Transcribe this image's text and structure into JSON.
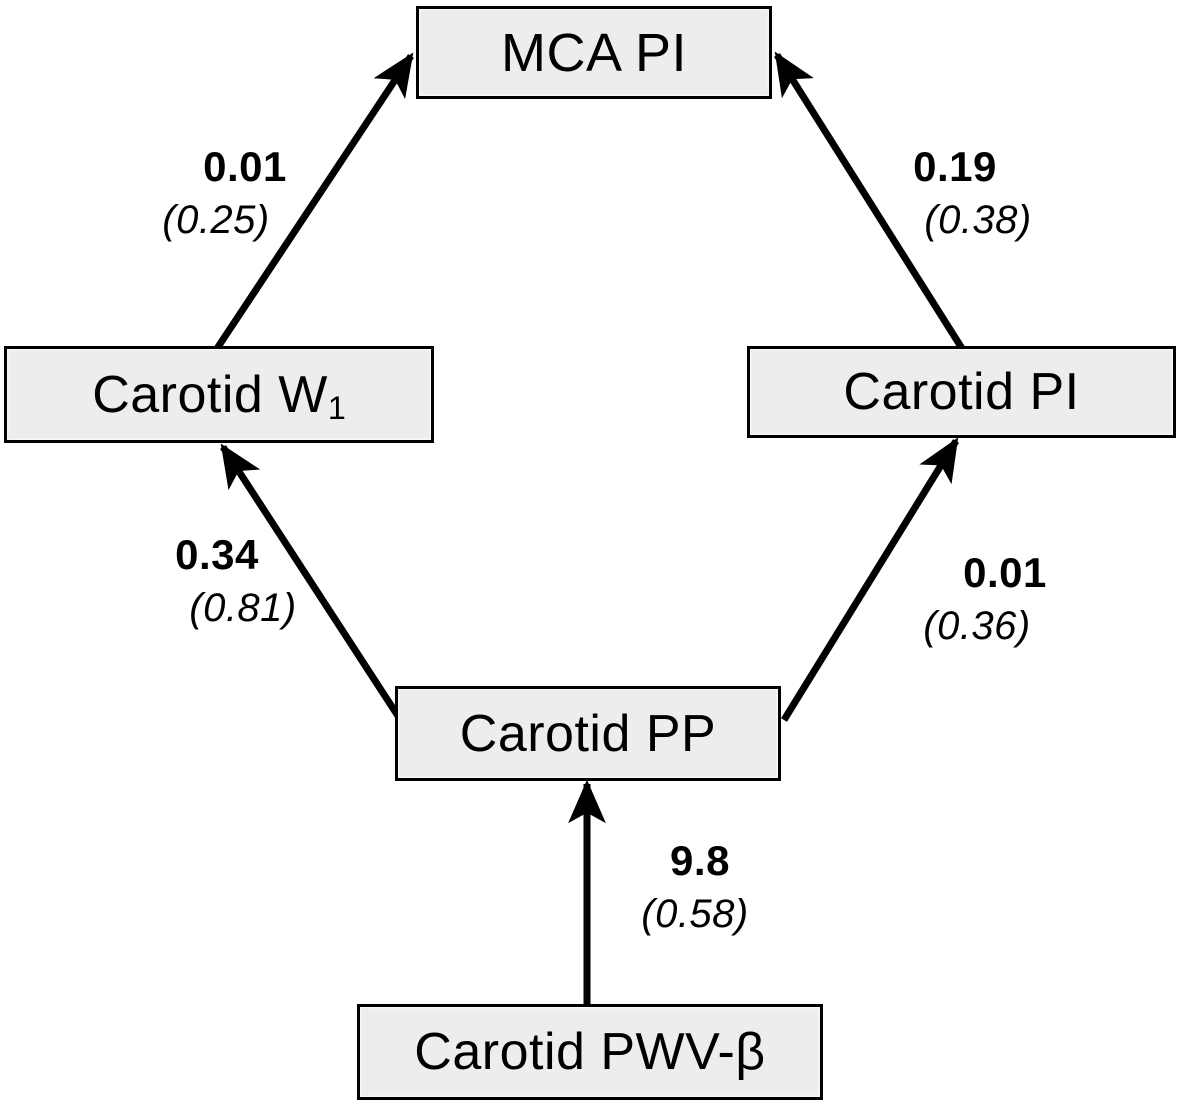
{
  "diagram": {
    "type": "path-diagram",
    "nodes": [
      {
        "id": "mca-pi",
        "label": "MCA PI"
      },
      {
        "id": "carotid-w1",
        "label_main": "Carotid W",
        "label_sub": "1"
      },
      {
        "id": "carotid-pi",
        "label": "Carotid PI"
      },
      {
        "id": "carotid-pp",
        "label": "Carotid PP"
      },
      {
        "id": "carotid-pwv",
        "label": "Carotid PWV-β"
      }
    ],
    "edges": [
      {
        "id": "w1-to-mca",
        "from": "carotid-w1",
        "to": "mca-pi",
        "coefficient": "0.01",
        "standard_error": "(0.25)"
      },
      {
        "id": "pi-to-mca",
        "from": "carotid-pi",
        "to": "mca-pi",
        "coefficient": "0.19",
        "standard_error": "(0.38)"
      },
      {
        "id": "pp-to-w1",
        "from": "carotid-pp",
        "to": "carotid-w1",
        "coefficient": "0.34",
        "standard_error": "(0.81)"
      },
      {
        "id": "pp-to-pi",
        "from": "carotid-pp",
        "to": "carotid-pi",
        "coefficient": "0.01",
        "standard_error": "(0.36)"
      },
      {
        "id": "pwv-to-pp",
        "from": "carotid-pwv",
        "to": "carotid-pp",
        "coefficient": "9.8",
        "standard_error": "(0.58)"
      }
    ],
    "colors": {
      "node_fill": "#ededed",
      "node_border": "#000000",
      "edge_stroke": "#000000",
      "text": "#000000",
      "background": "#ffffff"
    }
  }
}
